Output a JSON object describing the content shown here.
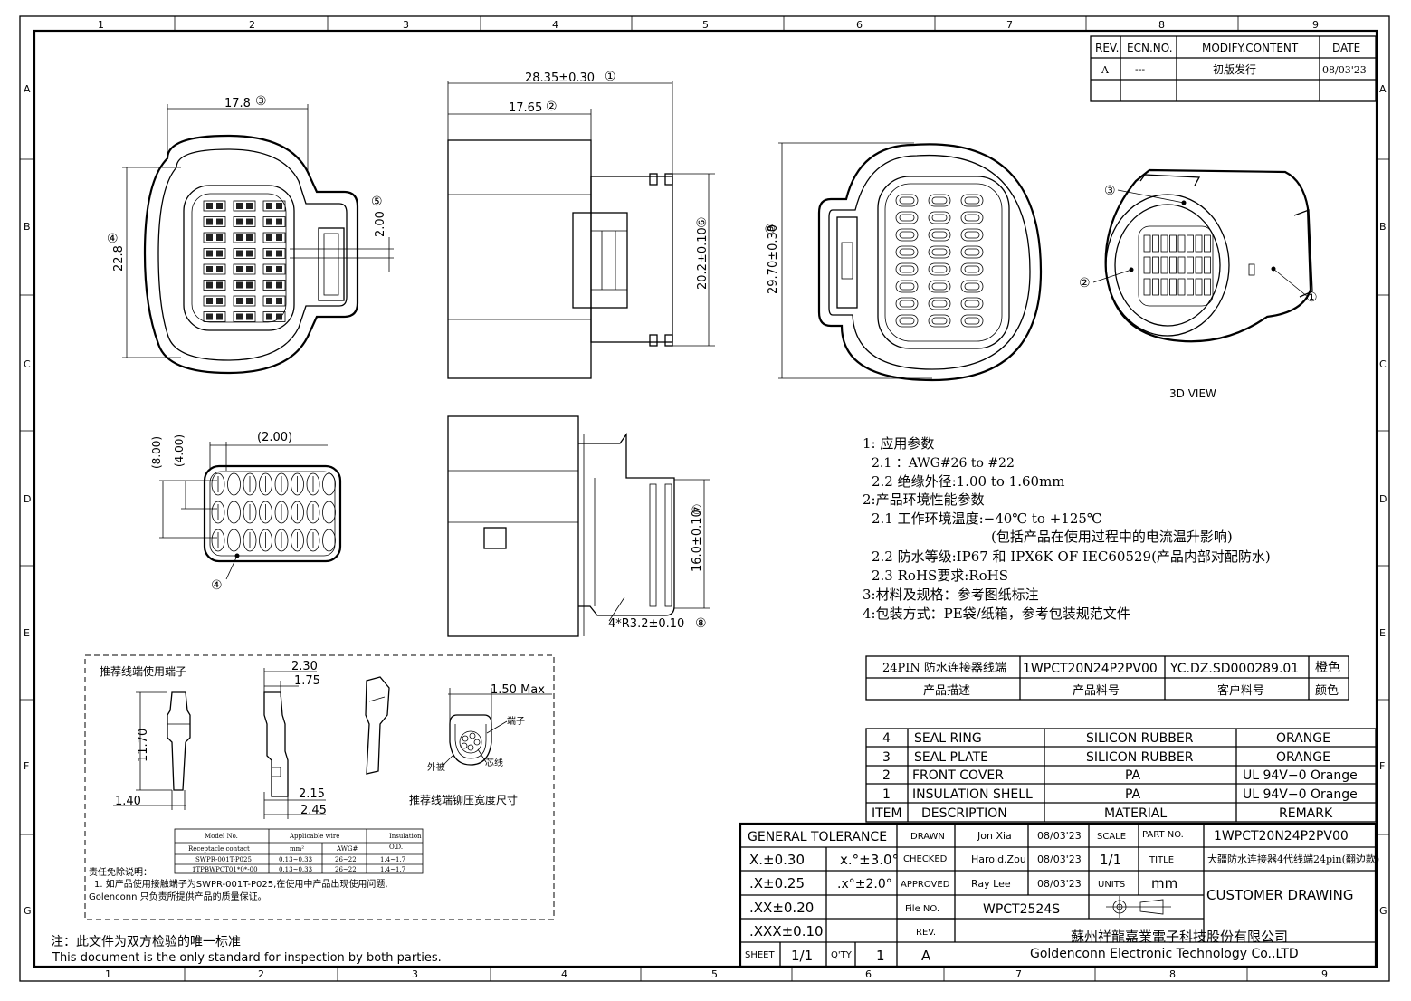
{
  "frame": {
    "col_markers": [
      "1",
      "2",
      "3",
      "4",
      "5",
      "6",
      "7",
      "8",
      "9"
    ],
    "row_markers": [
      "A",
      "B",
      "C",
      "D",
      "E",
      "F",
      "G"
    ]
  },
  "revision": {
    "headers": [
      "REV.",
      "ECN.NO.",
      "MODIFY.CONTENT",
      "DATE"
    ],
    "rows": [
      [
        "A",
        "---",
        "初版发行",
        "08/03'23"
      ]
    ]
  },
  "dims": {
    "front_width": "17.8",
    "front_height": "22.8",
    "front_pitch": "2.00",
    "side_length": "28.35±0.30",
    "side_inner": "17.65",
    "side_height": "20.2±0.10",
    "rear_height": "29.70±0.30",
    "bottom_height": "16.0±0.10",
    "radius_note": "4*R3.2±0.10",
    "seal_pitch": "(2.00)",
    "seal_h8": "(8.00)",
    "seal_h4": "(4.00)",
    "balloons": [
      "①",
      "②",
      "③",
      "④",
      "⑤",
      "⑥",
      "⑦",
      "⑧",
      "⑨"
    ]
  },
  "view_3d_label": "3D VIEW",
  "notes": [
    "1: 应用参数",
    "2.1 ：AWG#26 to #22",
    "2.2 绝缘外径:1.00 to 1.60mm",
    "2:产品环境性能参数",
    "2.1 工作环境温度:−40℃ to +125℃",
    "(包括产品在使用过程中的电流温升影响)",
    "2.2 防水等级:IP67 和 IPX6K OF IEC60529(产品内部对配防水)",
    "2.3 RoHS要求:RoHS",
    "3:材料及规格：参考图纸标注",
    "4:包装方式：PE袋/纸箱，参考包装规范文件"
  ],
  "terminal_box": {
    "title": "推荐线端使用端子",
    "dim_230": "2.30",
    "dim_175": "1.75",
    "dim_1170": "11.70",
    "dim_140": "1.40",
    "dim_215": "2.15",
    "dim_245": "2.45",
    "dim_150": "1.50 Max",
    "label_terminal": "端子",
    "label_jacket": "外被",
    "label_core": "芯线",
    "crimp_caption": "推荐线端铆压宽度尺寸",
    "table_headers": [
      "Model No.",
      "Applicable wire",
      "Insulation"
    ],
    "table_sub": [
      "Receptacle contact",
      "mm²",
      "AWG#",
      "O.D."
    ],
    "table_rows": [
      [
        "SWPR-001T-P025",
        "0.13~0.33",
        "26~22",
        "1.4~1.7"
      ],
      [
        "1TPBWPCT01*0*-00",
        "0.13~0.33",
        "26~22",
        "1.4~1.7"
      ]
    ],
    "disclaimer_title": "责任免除说明：",
    "disclaimer_1": "1. 如产品使用接触端子为SWPR-001T-P025,在使用中产品出现使用问题,",
    "disclaimer_2": "Golenconn 只负责所提供产品的质量保证。"
  },
  "footer_note_cn": "注：此文件为双方检验的唯一标准",
  "footer_note_en": "This document is the only standard for inspection by both parties.",
  "product_table": {
    "row": [
      "24PIN 防水连接器线端",
      "1WPCT20N24P2PV00",
      "YC.DZ.SD000289.01",
      "橙色"
    ],
    "labels": [
      "产品描述",
      "产品料号",
      "客户料号",
      "颜色"
    ]
  },
  "bom": {
    "rows": [
      [
        "4",
        "SEAL RING",
        "SILICON RUBBER",
        "ORANGE"
      ],
      [
        "3",
        "SEAL PLATE",
        "SILICON RUBBER",
        "ORANGE"
      ],
      [
        "2",
        "FRONT COVER",
        "PA",
        "UL 94V−0 Orange"
      ],
      [
        "1",
        "INSULATION SHELL",
        "PA",
        "UL 94V−0 Orange"
      ]
    ],
    "headers": [
      "ITEM",
      "DESCRIPTION",
      "MATERIAL",
      "REMARK"
    ]
  },
  "title_block": {
    "general_tolerance": "GENERAL TOLERANCE",
    "tol": [
      "X.±0.30",
      "x.°±3.0°",
      ".X±0.25",
      ".x°±2.0°",
      ".XX±0.20",
      ".XXX±0.10"
    ],
    "drawn_label": "DRAWN",
    "drawn_name": "Jon Xia",
    "drawn_date": "08/03'23",
    "checked_label": "CHECKED",
    "checked_name": "Harold.Zou",
    "checked_date": "08/03'23",
    "approved_label": "APPROVED",
    "approved_name": "Ray Lee",
    "approved_date": "08/03'23",
    "scale_label": "SCALE",
    "scale_value": "1/1",
    "units_label": "UNITS",
    "units_value": "mm",
    "part_no_label": "PART NO.",
    "part_no": "1WPCT20N24P2PV00",
    "title_label": "TITLE",
    "title_value": "大疆防水连接器4代线端24pin(翻边款)",
    "file_no_label": "File NO.",
    "file_no": "WPCT2524S",
    "rev_label": "REV.",
    "customer_drawing": "CUSTOMER DRAWING",
    "sheet_label": "SHEET",
    "sheet_value": "1/1",
    "qty_label": "Q'TY",
    "qty_value": "1",
    "rev_value": "A",
    "company_cn": "蘇州祥龍嘉業電子科技股份有限公司",
    "company_en": "Goldenconn Electronic Technology Co.,LTD"
  }
}
